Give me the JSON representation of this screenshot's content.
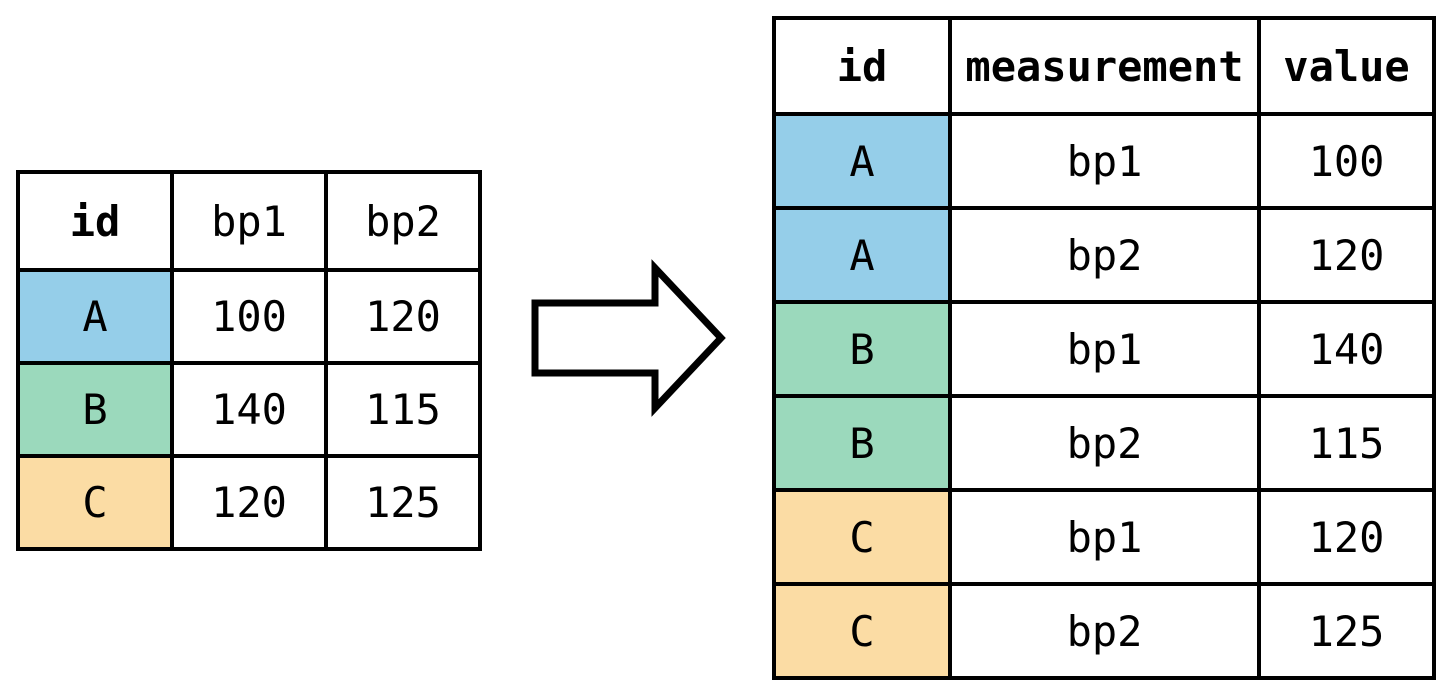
{
  "diagram": {
    "type": "data-reshape",
    "operation_label": "pivot-longer",
    "arrow_icon": "right-block-arrow-icon",
    "colors": {
      "id_A": "#95CEE9",
      "id_B": "#9BD9BC",
      "id_C": "#FBDCA4",
      "border": "#000000",
      "background": "#FFFFFF"
    }
  },
  "wide_table": {
    "name": "wide-format-table",
    "headers": [
      "id",
      "bp1",
      "bp2"
    ],
    "rows": [
      {
        "id": "A",
        "bp1": "100",
        "bp2": "120",
        "fill": "A"
      },
      {
        "id": "B",
        "bp1": "140",
        "bp2": "115",
        "fill": "B"
      },
      {
        "id": "C",
        "bp1": "120",
        "bp2": "125",
        "fill": "C"
      }
    ]
  },
  "long_table": {
    "name": "long-format-table",
    "headers": [
      "id",
      "measurement",
      "value"
    ],
    "rows": [
      {
        "id": "A",
        "measurement": "bp1",
        "value": "100",
        "fill": "A"
      },
      {
        "id": "A",
        "measurement": "bp2",
        "value": "120",
        "fill": "A"
      },
      {
        "id": "B",
        "measurement": "bp1",
        "value": "140",
        "fill": "B"
      },
      {
        "id": "B",
        "measurement": "bp2",
        "value": "115",
        "fill": "B"
      },
      {
        "id": "C",
        "measurement": "bp1",
        "value": "120",
        "fill": "C"
      },
      {
        "id": "C",
        "measurement": "bp2",
        "value": "125",
        "fill": "C"
      }
    ]
  }
}
